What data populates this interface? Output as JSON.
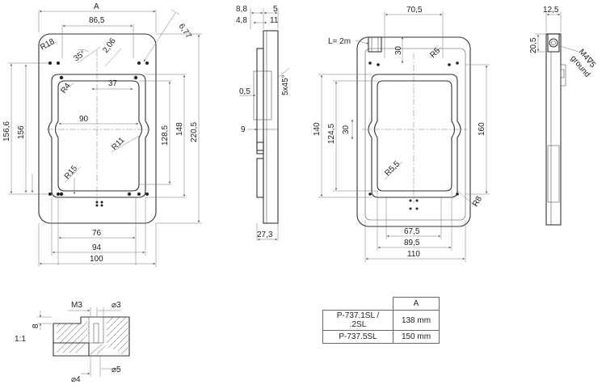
{
  "front_view": {
    "dim_width_a": "A",
    "dim_86_5": "86,5",
    "dim_6_77": "6,77",
    "dim_r18": "R18",
    "dim_35deg": "35°",
    "dim_2_06": "2,06",
    "dim_r4": "R4",
    "dim_37": "37",
    "dim_156_6": "156,6",
    "dim_156": "156",
    "dim_90": "90",
    "dim_128_5": "128,5",
    "dim_148": "148",
    "dim_220_5": "220,5",
    "dim_r11": "R11",
    "dim_r15": "R15",
    "dim_76": "76",
    "dim_94": "94",
    "dim_100": "100"
  },
  "side_view": {
    "dim_8_8": "8,8",
    "dim_5": "5",
    "dim_4_8": "4,8",
    "dim_11": "11",
    "dim_0_5": "0,5",
    "dim_5x45": "5x45°",
    "dim_9": "9",
    "dim_27_3": "27,3"
  },
  "back_view": {
    "cable_length": "L= 2m",
    "dim_70_5": "70,5",
    "dim_30_top": "30",
    "dim_r5": "R5",
    "dim_140": "140",
    "dim_124_5": "124,5",
    "dim_30_mid": "30",
    "dim_160": "160",
    "dim_r5_5": "R5,5",
    "dim_r8": "R8",
    "dim_67_5": "67,5",
    "dim_89_5": "89,5",
    "dim_110": "110"
  },
  "right_view": {
    "dim_12_5": "12,5",
    "dim_20_5": "20,5",
    "thread_note": "M4∇5",
    "ground_note": "ground"
  },
  "detail_view": {
    "scale": "1:1",
    "dim_m3": "M3",
    "dim_dia3": "⌀3",
    "dim_8": "8",
    "dim_dia4": "⌀4",
    "dim_dia5": "⌀5"
  },
  "spec_table": {
    "header_a": "A",
    "rows": [
      {
        "model": "P-737.1SL / .2SL",
        "value": "138 mm"
      },
      {
        "model": "P-737.5SL",
        "value": "150 mm"
      }
    ]
  }
}
